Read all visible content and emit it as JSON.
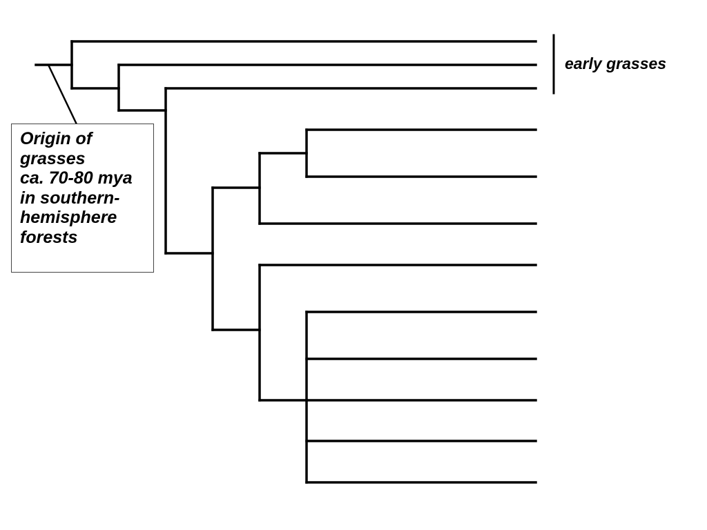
{
  "callout": {
    "lines": [
      "Origin of",
      "grasses",
      "ca. 70-80 mya",
      "in southern-",
      "hemisphere",
      "forests"
    ]
  },
  "bracket": {
    "label": "early grasses"
  }
}
